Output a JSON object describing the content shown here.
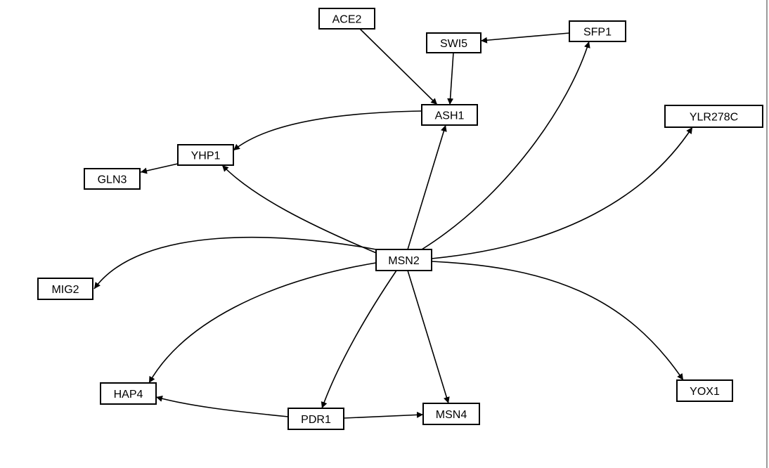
{
  "diagram": {
    "nodes": [
      {
        "id": "ACE2",
        "label": "ACE2"
      },
      {
        "id": "SWI5",
        "label": "SWI5"
      },
      {
        "id": "SFP1",
        "label": "SFP1"
      },
      {
        "id": "ASH1",
        "label": "ASH1"
      },
      {
        "id": "YLR278C",
        "label": "YLR278C"
      },
      {
        "id": "YHP1",
        "label": "YHP1"
      },
      {
        "id": "GLN3",
        "label": "GLN3"
      },
      {
        "id": "MSN2",
        "label": "MSN2"
      },
      {
        "id": "MIG2",
        "label": "MIG2"
      },
      {
        "id": "HAP4",
        "label": "HAP4"
      },
      {
        "id": "PDR1",
        "label": "PDR1"
      },
      {
        "id": "MSN4",
        "label": "MSN4"
      },
      {
        "id": "YOX1",
        "label": "YOX1"
      }
    ],
    "edges": [
      {
        "from": "ACE2",
        "to": "ASH1"
      },
      {
        "from": "SFP1",
        "to": "SWI5"
      },
      {
        "from": "SWI5",
        "to": "ASH1"
      },
      {
        "from": "ASH1",
        "to": "YHP1"
      },
      {
        "from": "YHP1",
        "to": "GLN3"
      },
      {
        "from": "MSN2",
        "to": "ASH1"
      },
      {
        "from": "MSN2",
        "to": "SFP1"
      },
      {
        "from": "MSN2",
        "to": "YLR278C"
      },
      {
        "from": "MSN2",
        "to": "YHP1"
      },
      {
        "from": "MSN2",
        "to": "MIG2"
      },
      {
        "from": "MSN2",
        "to": "HAP4"
      },
      {
        "from": "MSN2",
        "to": "PDR1"
      },
      {
        "from": "MSN2",
        "to": "MSN4"
      },
      {
        "from": "MSN2",
        "to": "YOX1"
      },
      {
        "from": "PDR1",
        "to": "HAP4"
      },
      {
        "from": "PDR1",
        "to": "MSN4"
      }
    ]
  }
}
